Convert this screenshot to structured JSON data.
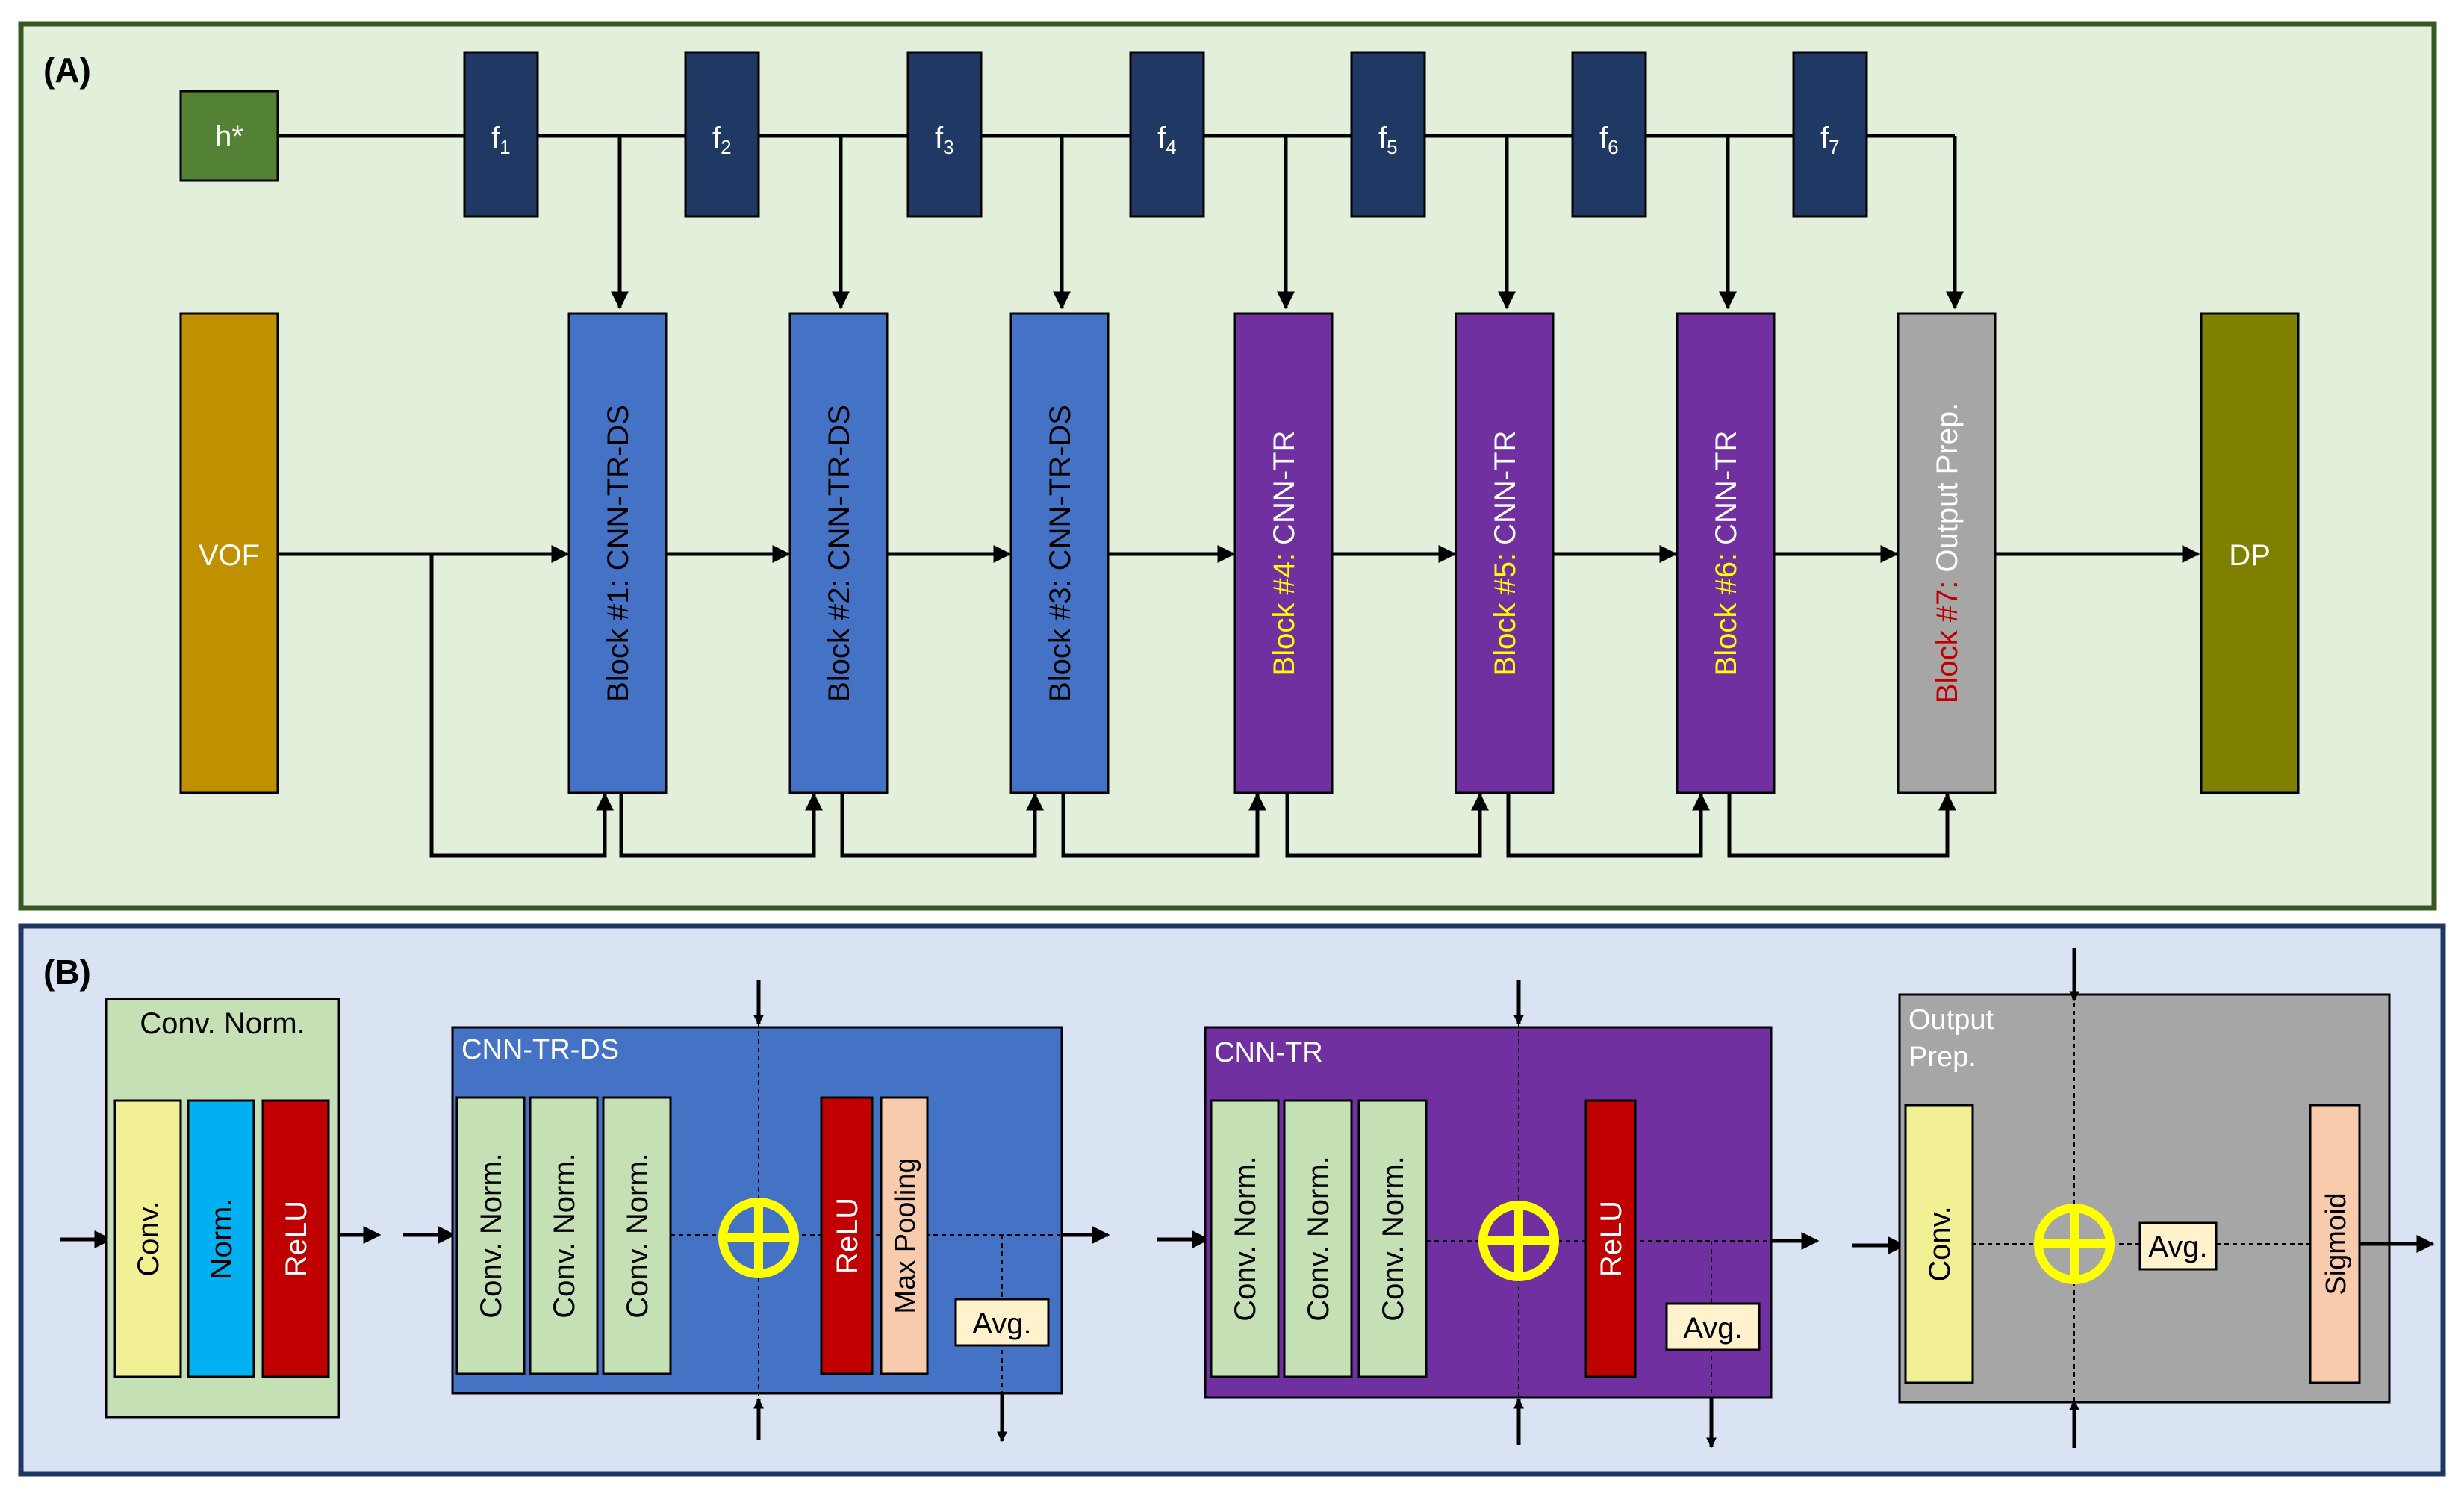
{
  "panel_a": {
    "label": "(A)",
    "h_star": "h*",
    "f_prefix": "f",
    "f_subs": [
      "1",
      "2",
      "3",
      "4",
      "5",
      "6",
      "7"
    ],
    "input": "VOF",
    "output": "DP",
    "blocks": [
      {
        "num": "Block #1:",
        "name": " CNN-TR-DS"
      },
      {
        "num": "Block #2:",
        "name": " CNN-TR-DS"
      },
      {
        "num": "Block #3:",
        "name": " CNN-TR-DS"
      },
      {
        "num": "Block #4:",
        "name": " CNN-TR"
      },
      {
        "num": "Block #5:",
        "name": " CNN-TR"
      },
      {
        "num": "Block #6:",
        "name": " CNN-TR"
      },
      {
        "num": "Block #7:",
        "name": " Output Prep."
      }
    ]
  },
  "panel_b": {
    "label": "(B)",
    "conv_norm": {
      "title": "Conv. Norm.",
      "layers": [
        "Conv.",
        "Norm.",
        "ReLU"
      ]
    },
    "cnn_tr_ds": {
      "title": "CNN-TR-DS",
      "convs": [
        "Conv. Norm.",
        "Conv. Norm.",
        "Conv. Norm."
      ],
      "relu": "ReLU",
      "pool": "Max Pooling",
      "avg": "Avg."
    },
    "cnn_tr": {
      "title": "CNN-TR",
      "convs": [
        "Conv. Norm.",
        "Conv. Norm.",
        "Conv. Norm."
      ],
      "relu": "ReLU",
      "avg": "Avg."
    },
    "output_prep": {
      "title_1": "Output",
      "title_2": "Prep.",
      "conv": "Conv.",
      "avg": "Avg.",
      "sigmoid": "Sigmoid"
    }
  },
  "colors": {
    "panel_a_bg": "#e2efda",
    "panel_a_border": "#385723",
    "panel_b_bg": "#dae3f3",
    "panel_b_border": "#1f3864",
    "h_star": "#548235",
    "f_box": "#1f3864",
    "input": "#bf9000",
    "output": "#7f7f00",
    "cnn_tr_ds": "#4472c4",
    "cnn_tr": "#7030a0",
    "output_prep": "#a6a6a6",
    "conv_norm": "#c5e0b4",
    "conv": "#f2f095",
    "norm": "#00b0f0",
    "relu": "#c00000",
    "pool": "#f8cbad",
    "avg": "#fff2cc",
    "sum_symbol": "#ffff00",
    "yellow_text": "#ffff00",
    "red_text": "#c00000"
  }
}
